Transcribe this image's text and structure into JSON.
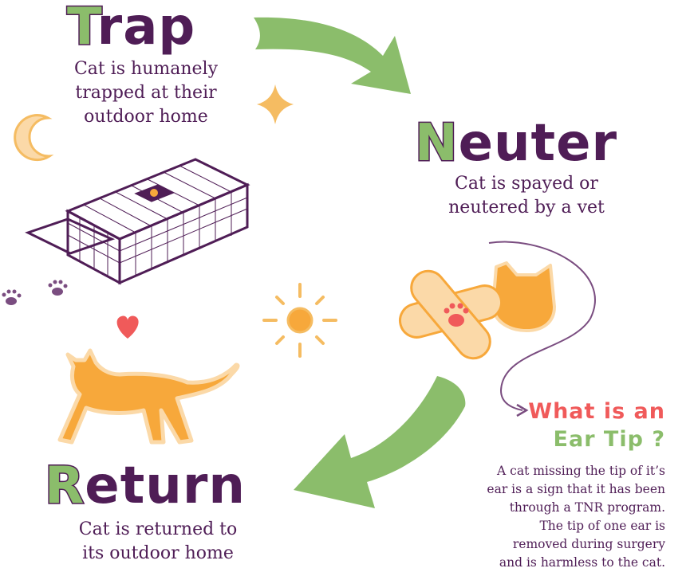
{
  "trap": {
    "title_first": "T",
    "title_rest": "rap",
    "lines": [
      "Cat is humanely",
      "trapped at their",
      "outdoor home"
    ]
  },
  "neuter": {
    "title_first": "N",
    "title_rest": "euter",
    "lines": [
      "Cat is spayed or",
      "neutered by a vet"
    ]
  },
  "return": {
    "title_first": "R",
    "title_rest": "eturn",
    "lines": [
      "Cat is returned to",
      "its outdoor home"
    ]
  },
  "ear_tip": {
    "heading_line1": "What is an",
    "heading_line2": "Ear Tip ?",
    "lines": [
      "A cat missing the tip of it’s",
      "ear is a sign that it has been",
      "through a TNR program.",
      "The tip of one ear is",
      "removed during surgery",
      "and is harmless to the cat."
    ]
  },
  "colors": {
    "purple": "#4f1d56",
    "green": "#8bbd6b",
    "red": "#f05a5a",
    "orange": "#f7a83b",
    "light_orange": "#fbd9a8"
  }
}
